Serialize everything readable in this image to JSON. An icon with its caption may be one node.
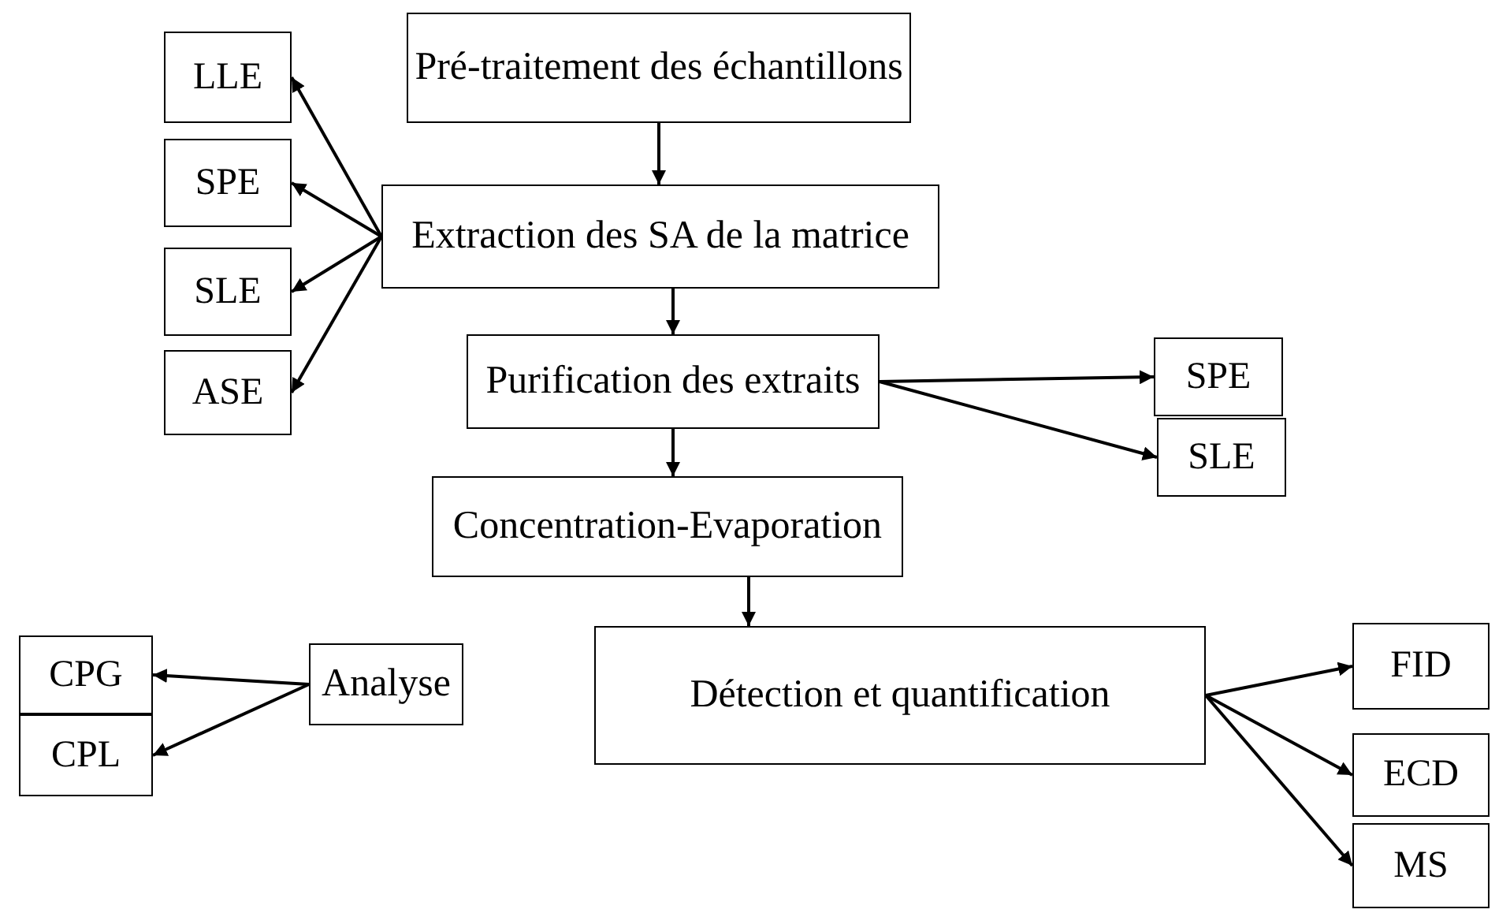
{
  "diagram": {
    "nodes": [
      {
        "text": [
          "Pré-traitement des échantillons"
        ]
      },
      {
        "text": [
          "Extraction des SA de la matrice"
        ]
      },
      {
        "text": [
          "Purification des extraits"
        ]
      },
      {
        "text": [
          "Concentration-Evaporation"
        ]
      },
      {
        "text": [
          "Détection et quantification"
        ]
      },
      {
        "text": [
          "Analyse"
        ]
      },
      {
        "text": [
          "LLE"
        ]
      },
      {
        "text": [
          "SPE"
        ]
      },
      {
        "text": [
          "SLE"
        ]
      },
      {
        "text": [
          "ASE"
        ]
      },
      {
        "text": [
          "SPE"
        ]
      },
      {
        "text": [
          "SLE"
        ]
      },
      {
        "text": [
          "CPG"
        ]
      },
      {
        "text": [
          "CPL"
        ]
      },
      {
        "text": [
          "FID"
        ]
      },
      {
        "text": [
          "ECD"
        ]
      },
      {
        "text": [
          "MS"
        ]
      }
    ],
    "edges": [
      {
        "from": 0,
        "to": 1,
        "arrow": "to"
      },
      {
        "from": 1,
        "to": 2,
        "arrow": "to"
      },
      {
        "from": 2,
        "to": 3,
        "arrow": "to"
      },
      {
        "from": 3,
        "to": 4,
        "arrow": "to"
      },
      {
        "from": 1,
        "to": 6,
        "arrow": "to"
      },
      {
        "from": 1,
        "to": 7,
        "arrow": "to"
      },
      {
        "from": 1,
        "to": 8,
        "arrow": "to"
      },
      {
        "from": 1,
        "to": 9,
        "arrow": "to"
      },
      {
        "from": 2,
        "to": 10,
        "arrow": "to"
      },
      {
        "from": 2,
        "to": 11,
        "arrow": "to"
      },
      {
        "from": 5,
        "to": 12,
        "arrow": "to"
      },
      {
        "from": 5,
        "to": 13,
        "arrow": "to"
      },
      {
        "from": 4,
        "to": 14,
        "arrow": "to"
      },
      {
        "from": 4,
        "to": 15,
        "arrow": "to"
      },
      {
        "from": 4,
        "to": 16,
        "arrow": "to"
      }
    ]
  }
}
